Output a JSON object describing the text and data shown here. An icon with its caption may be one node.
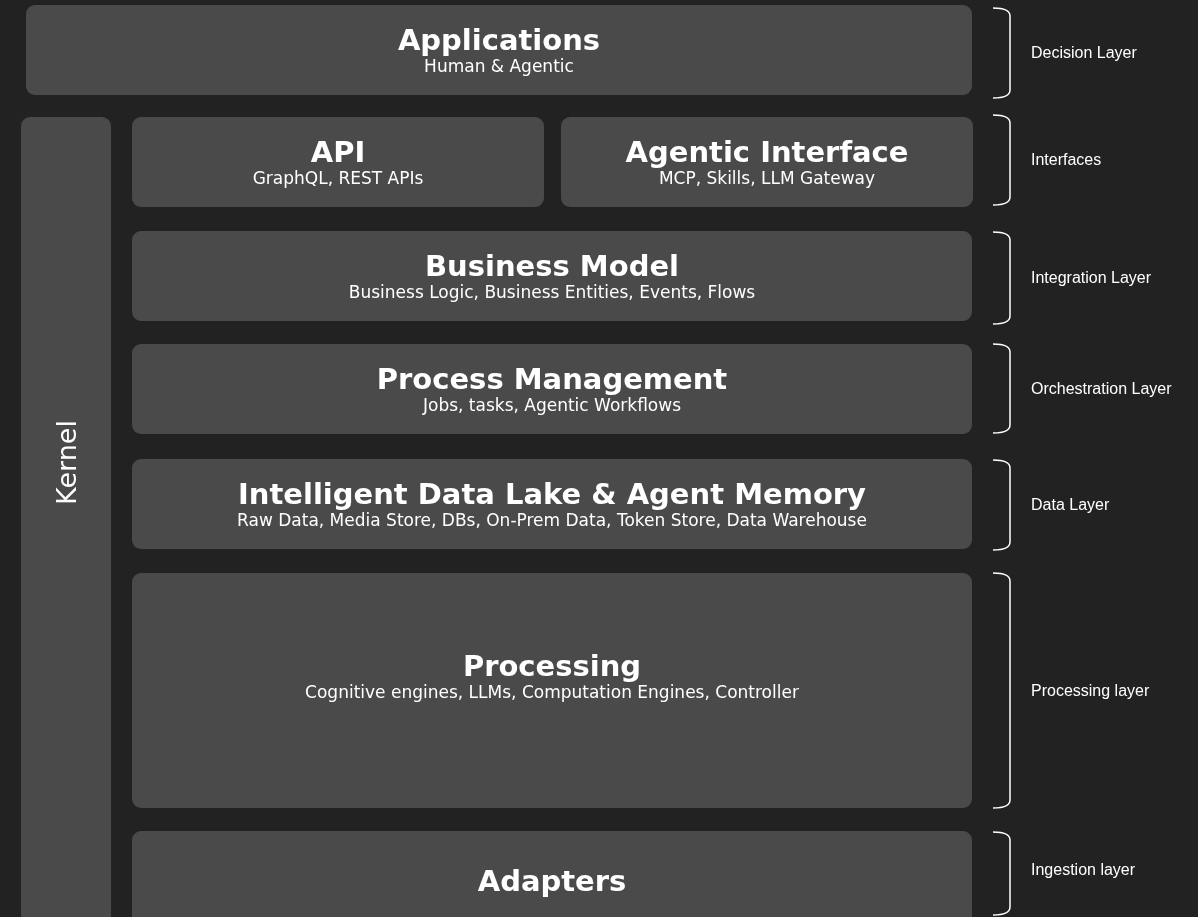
{
  "diagram": {
    "nodes": [
      {
        "text": [
          "Applications",
          "Human & Agentic"
        ]
      },
      {
        "text": [
          "Kernel"
        ]
      },
      {
        "text": [
          "API",
          "GraphQL, REST APIs"
        ]
      },
      {
        "text": [
          "Agentic Interface",
          "MCP, Skills, LLM Gateway"
        ]
      },
      {
        "text": [
          "Business Model",
          "Business Logic, Business Entities, Events, Flows"
        ]
      },
      {
        "text": [
          "Process Management",
          "Jobs, tasks, Agentic Workflows"
        ]
      },
      {
        "text": [
          "Intelligent Data Lake & Agent Memory",
          "Raw Data, Media Store, DBs, On-Prem Data, Token Store, Data Warehouse"
        ]
      },
      {
        "text": [
          "Processing",
          "Cognitive engines, LLMs, Computation Engines, Controller"
        ]
      },
      {
        "text": [
          "Adapters"
        ]
      }
    ],
    "labels": [
      "Decision Layer",
      "Interfaces",
      "Integration Layer",
      "Orchestration Layer",
      "Data Layer",
      "Processing layer",
      "Ingestion layer"
    ]
  }
}
